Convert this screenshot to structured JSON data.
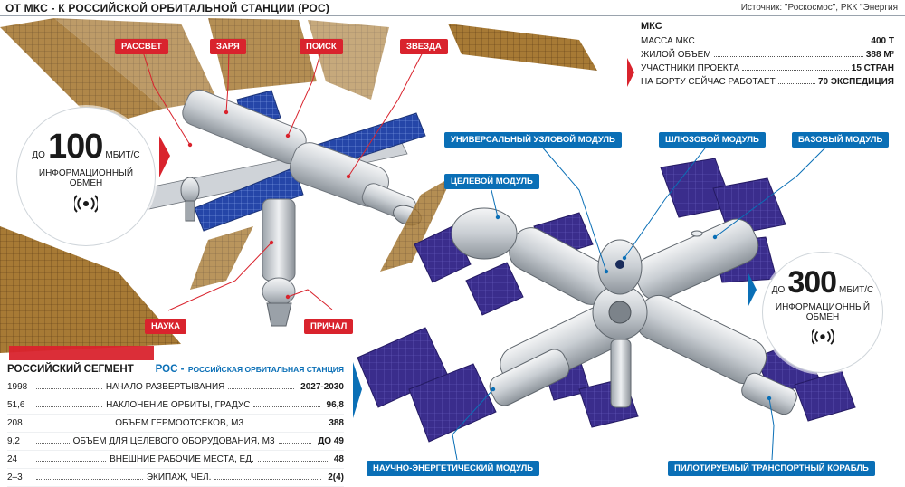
{
  "header": {
    "title": "ОТ МКС - К РОССИЙСКОЙ ОРБИТАЛЬНОЙ СТАНЦИИ (РОС)",
    "source": "Источник: \"Роскосмос\", РКК \"Энергия"
  },
  "iss_labels": {
    "rassvet": "РАССВЕТ",
    "zarya": "ЗАРЯ",
    "poisk": "ПОИСК",
    "zvezda": "ЗВЕЗДА",
    "nauka": "НАУКА",
    "prichal": "ПРИЧАЛ"
  },
  "iss_speed": {
    "prefix": "ДО",
    "value": "100",
    "unit": "МБИТ/С",
    "caption_1": "ИНФОРМАЦИОННЫЙ",
    "caption_2": "ОБМЕН"
  },
  "ros_speed": {
    "prefix": "ДО",
    "value": "300",
    "unit": "МБИТ/С",
    "caption_1": "ИНФОРМАЦИОННЫЙ",
    "caption_2": "ОБМЕН"
  },
  "iss_stats": {
    "title": "МКС",
    "rows": [
      {
        "label": "МАССА МКС",
        "value": "400 Т"
      },
      {
        "label": "ЖИЛОЙ ОБЪЕМ",
        "value": "388 М³"
      },
      {
        "label": "УЧАСТНИКИ ПРОЕКТА",
        "value": "15 СТРАН"
      },
      {
        "label": "НА БОРТУ СЕЙЧАС РАБОТАЕТ",
        "value": "70 ЭКСПЕДИЦИЯ"
      }
    ]
  },
  "ros_labels": {
    "universal_node": "УНИВЕРСАЛЬНЫЙ УЗЛОВОЙ МОДУЛЬ",
    "airlock": "ШЛЮЗОВОЙ МОДУЛЬ",
    "base": "БАЗОВЫЙ МОДУЛЬ",
    "target": "ЦЕЛЕВОЙ МОДУЛЬ",
    "power": "НАУЧНО-ЭНЕРГЕТИЧЕСКИЙ МОДУЛЬ",
    "crew_ship": "ПИЛОТИРУЕМЫЙ ТРАНСПОРТНЫЙ КОРАБЛЬ"
  },
  "compare": {
    "left_title": "РОССИЙСКИЙ СЕГМЕНТ",
    "right_title": "РОС -",
    "right_sub": "РОССИЙСКАЯ ОРБИТАЛЬНАЯ СТАНЦИЯ",
    "rows": [
      {
        "left": "1998",
        "label": "НАЧАЛО РАЗВЕРТЫВАНИЯ",
        "right": "2027-2030"
      },
      {
        "left": "51,6",
        "label": "НАКЛОНЕНИЕ ОРБИТЫ, ГРАДУС",
        "right": "96,8"
      },
      {
        "left": "208",
        "label": "ОБЪЕМ ГЕРМООТСЕКОВ, М3",
        "right": "388"
      },
      {
        "left": "9,2",
        "label": "ОБЪЕМ ДЛЯ ЦЕЛЕВОГО ОБОРУДОВАНИЯ, М3",
        "right": "ДО 49"
      },
      {
        "left": "24",
        "label": "ВНЕШНИЕ РАБОЧИЕ МЕСТА, ЕД.",
        "right": "48"
      },
      {
        "left": "2–3",
        "label": "ЭКИПАЖ, ЧЕЛ.",
        "right": "2(4)"
      }
    ]
  },
  "colors": {
    "red_accent": "#d9232d",
    "blue_accent": "#0a6fb6",
    "panel_blue": "#3d2f8f",
    "panel_gold": "#b98a3e"
  }
}
